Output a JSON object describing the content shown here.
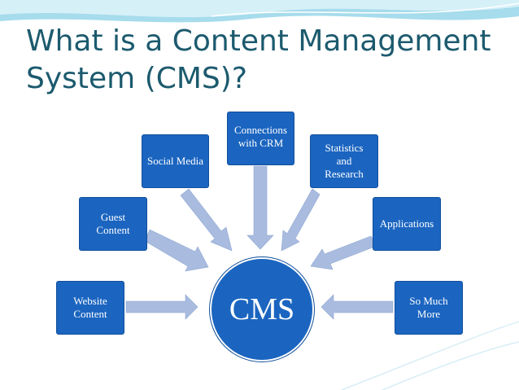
{
  "slide": {
    "title": "What is a Content Management System (CMS)?"
  },
  "diagram": {
    "hub": "CMS",
    "nodes": {
      "website": "Website\nContent",
      "guest": "Guest\nContent",
      "social": "Social Media",
      "crm": "Connections\nwith CRM",
      "stats": "Statistics\nand\nResearch",
      "apps": "Applications",
      "more": "So Much\nMore"
    }
  },
  "colors": {
    "node_fill": "#1b65c0",
    "arrow_fill": "#a9bcdf",
    "title_text": "#1c5a6e",
    "swoosh": "#a6dcec"
  }
}
